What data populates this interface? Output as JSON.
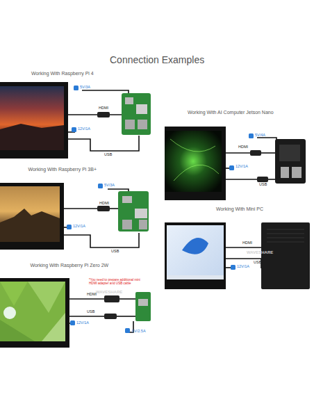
{
  "diagram": {
    "title": "Connection Examples",
    "labels": [
      "Working With Raspberry Pi 4",
      "5V/3A",
      "HDMI",
      "12V/1A",
      "USB",
      "Working With AI Computer Jetson Nano",
      "5V/4A",
      "HDMI",
      "12V/1A",
      "USB",
      "Working With Raspberry Pi 3B+",
      "5V/3A",
      "HDMI",
      "12V/1A",
      "USB",
      "Working With Mini PC",
      "HDMI",
      "USB",
      "12V/1A",
      "Working With Raspberry Pi Zero 2W",
      "*You need to prepare additional mini HDMI adapter and USB cable",
      "HDMI",
      "USB",
      "12V/1A",
      "5V/2.5A",
      "WAVESHARE",
      "WAVESHARE"
    ]
  }
}
